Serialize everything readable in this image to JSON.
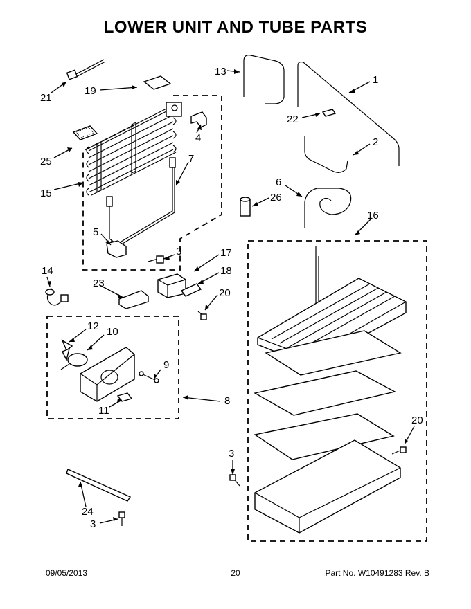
{
  "title": "LOWER UNIT AND TUBE PARTS",
  "callouts": {
    "c1": "1",
    "c2": "2",
    "c3a": "3",
    "c3b": "3",
    "c3c": "3",
    "c4": "4",
    "c5": "5",
    "c6": "6",
    "c7": "7",
    "c8": "8",
    "c9": "9",
    "c10": "10",
    "c11": "11",
    "c12": "12",
    "c13": "13",
    "c14": "14",
    "c15": "15",
    "c16": "16",
    "c17": "17",
    "c18": "18",
    "c19": "19",
    "c20a": "20",
    "c20b": "20",
    "c21": "21",
    "c22": "22",
    "c23": "23",
    "c24": "24",
    "c25": "25",
    "c26": "26"
  },
  "footer": {
    "date": "09/05/2013",
    "page": "20",
    "part_no": "Part No. W10491283  Rev. B"
  }
}
